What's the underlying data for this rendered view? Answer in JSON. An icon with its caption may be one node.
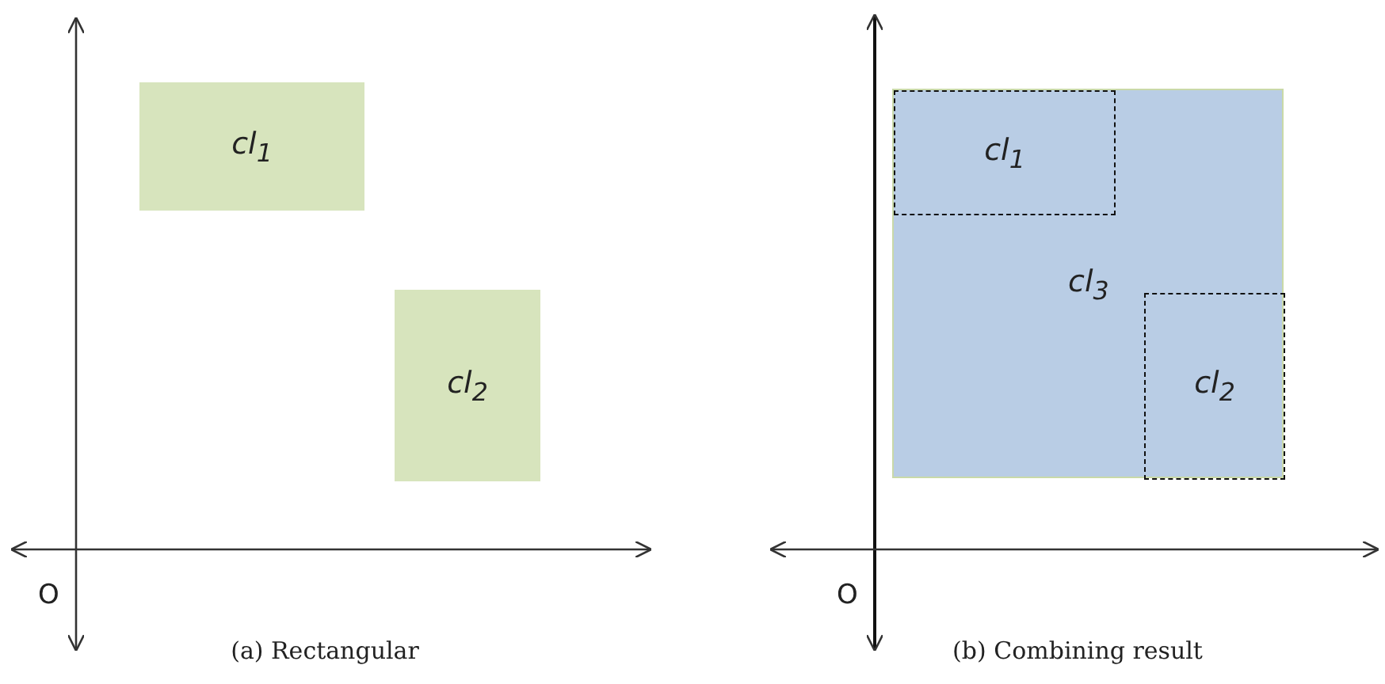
{
  "diagram": {
    "nodes": [
      {
        "text": [
          "cl$_{1}$"
        ]
      },
      {
        "text": [
          "cl$_{2}$"
        ]
      },
      {
        "text": [
          "cl$_{3}$"
        ]
      },
      {
        "text": [
          "cl$_{1}$"
        ],
        "in": 2
      },
      {
        "text": [
          "cl$_{2}$"
        ],
        "in": 2
      }
    ],
    "labels": [
      "O",
      "O",
      "(a) Rectangular",
      "(b) Combining result"
    ]
  }
}
